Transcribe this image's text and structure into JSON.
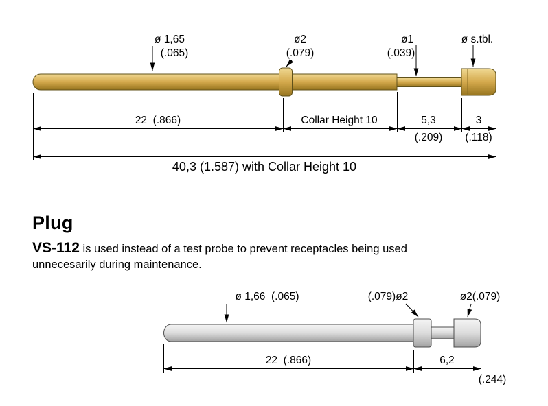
{
  "colors": {
    "background": "#ffffff",
    "line": "#000000",
    "text": "#000000",
    "brass_light": "#f0d993",
    "brass_mid": "#d4a94c",
    "brass_dark": "#97751f",
    "brass_outline": "#60511a",
    "steel_light": "#f5f5f5",
    "steel_mid": "#dcdcdc",
    "steel_dark": "#a2a2a2",
    "steel_outline": "#4d4d4d"
  },
  "probe_drawing": {
    "labels": {
      "dia_barrel": "ø 1,65",
      "dia_barrel_inch": "(.065)",
      "dia_collar": "ø2",
      "dia_collar_inch": "(.079)",
      "dia_plunger": "ø1",
      "dia_plunger_inch": "(.039)",
      "dia_tip": "ø s.tbl."
    },
    "dims": {
      "barrel_length": "22  (.866)",
      "collar_height": "Collar Height 10",
      "plunger_length": "5,3",
      "plunger_length_inch": "(.209)",
      "tip_length": "3",
      "tip_length_inch": "(.118)",
      "overall_length": "40,3 (1.587) with Collar Height 10"
    }
  },
  "plug_section": {
    "heading": "Plug",
    "model": "VS-112",
    "description_line1": "is used instead of a test probe to prevent receptacles being used",
    "description_line2": "unnecesarily during maintenance."
  },
  "plug_drawing": {
    "labels": {
      "dia_barrel": "ø 1,66  (.065)",
      "dia_collar_left": "(.079)ø2",
      "dia_collar_right": "ø2(.079)"
    },
    "dims": {
      "barrel_length": "22  (.866)",
      "end_length": "6,2",
      "end_length_inch": "(.244)"
    }
  }
}
